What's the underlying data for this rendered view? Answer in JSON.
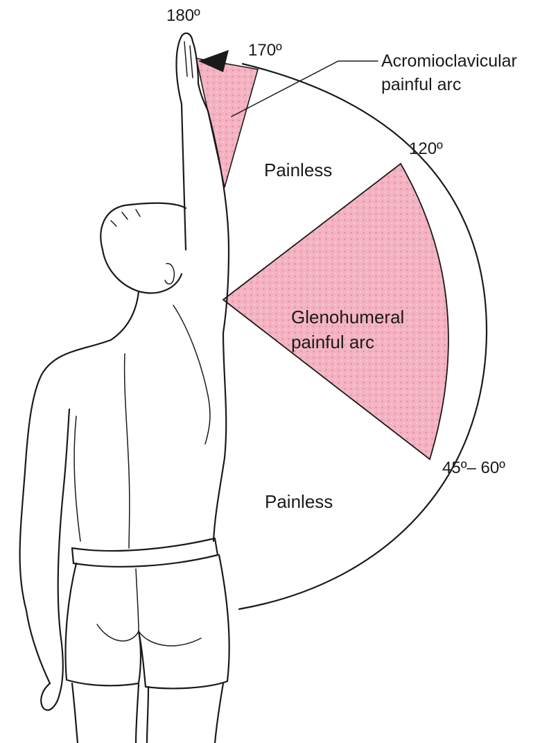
{
  "figure": {
    "angle_labels": {
      "a180": "180º",
      "a170": "170º",
      "a120": "120º",
      "a45_60": "45º– 60º"
    },
    "regions": {
      "painless_upper": "Painless",
      "painless_lower": "Painless",
      "glenohumeral_line1": "Glenohumeral",
      "glenohumeral_line2": "painful arc",
      "acromioclavicular_line1": "Acromioclavicular",
      "acromioclavicular_line2": "painful arc"
    },
    "arcs_degrees": {
      "acromioclavicular_painful": [
        170,
        180
      ],
      "glenohumeral_painful": [
        60,
        120
      ]
    },
    "colors": {
      "painful_fill": "#f4b3c2",
      "painful_dot": "#e07f98",
      "line": "#1a1a1a"
    }
  }
}
